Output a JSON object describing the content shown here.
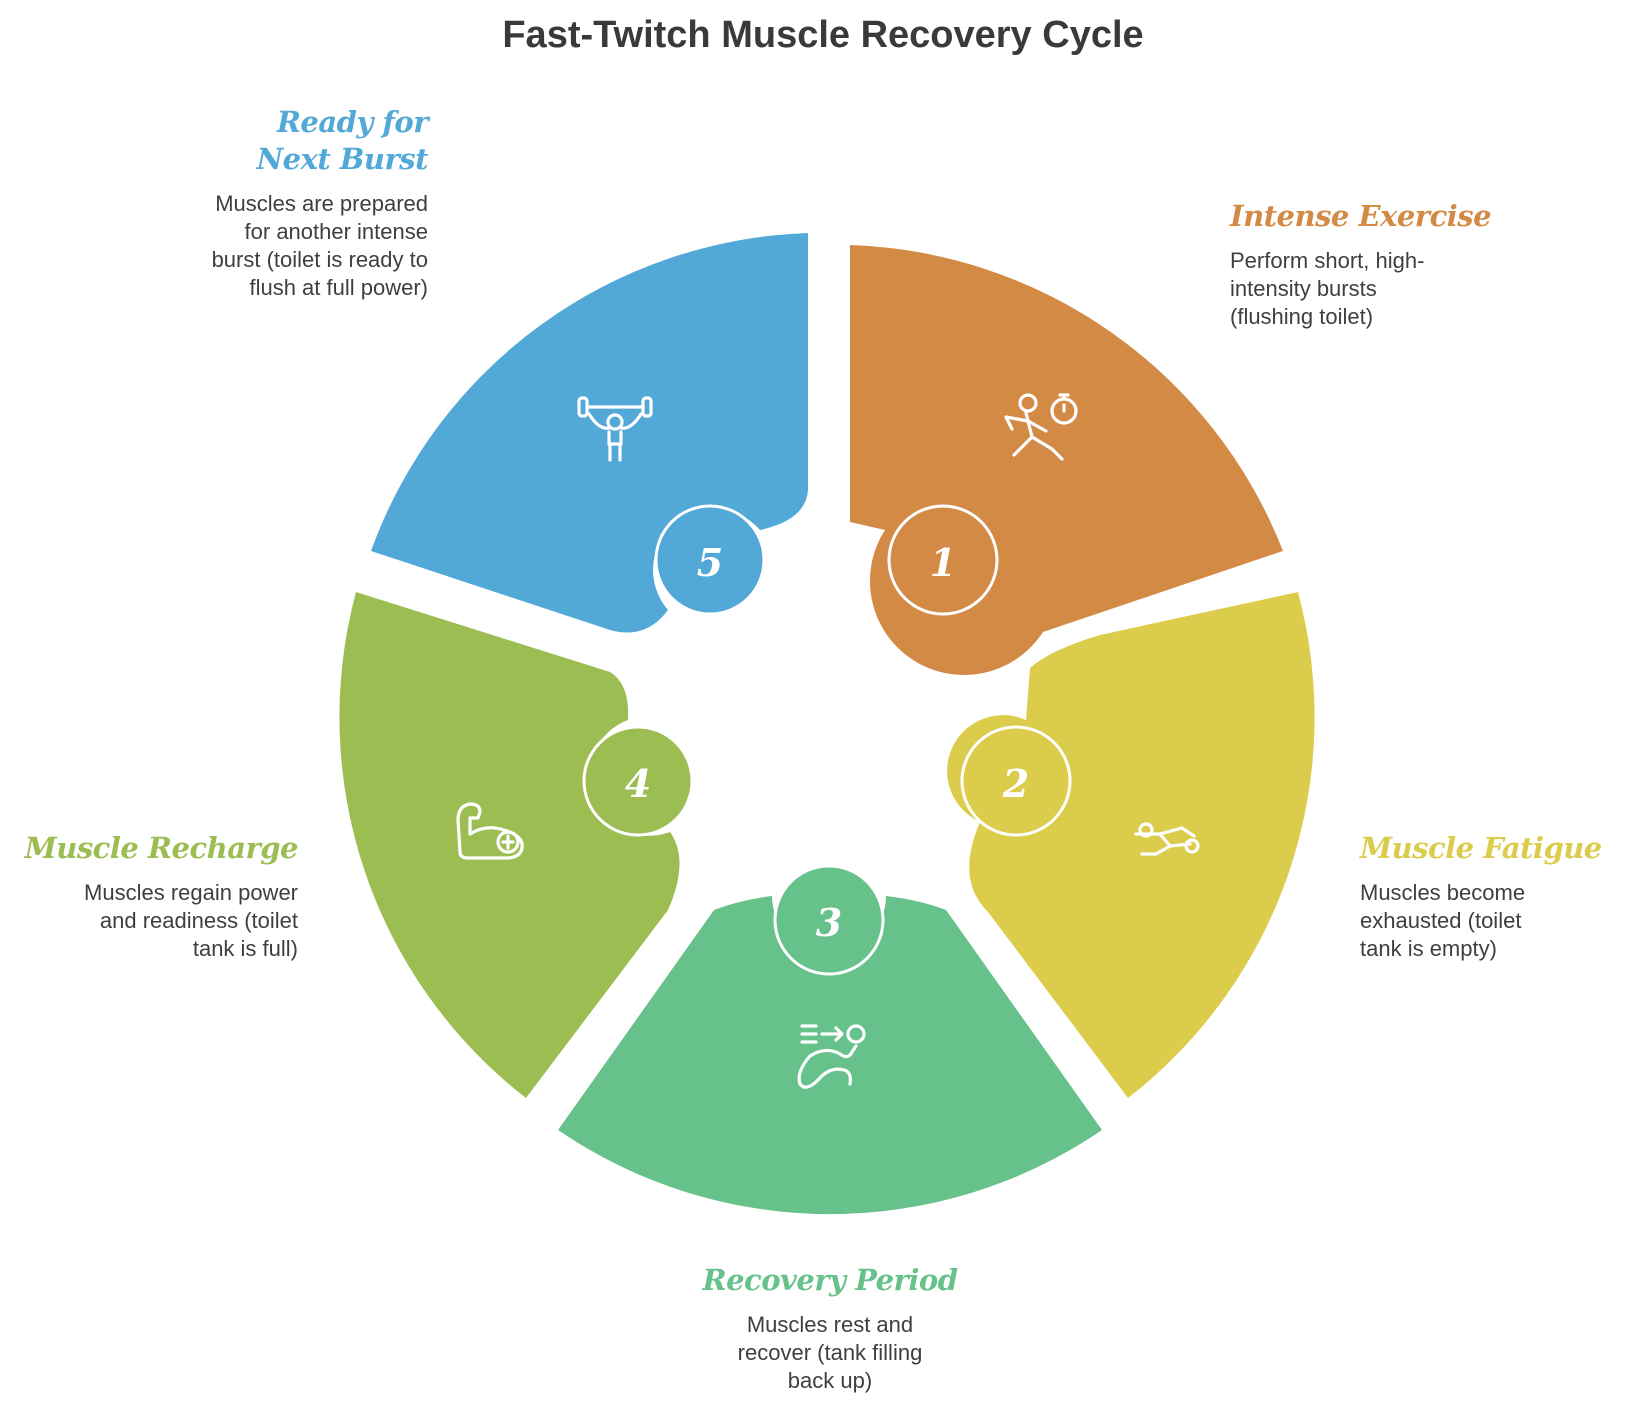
{
  "title": "Fast-Twitch Muscle Recovery Cycle",
  "steps": [
    {
      "number": "1",
      "title": "Intense Exercise",
      "description": "Perform short, high-intensity bursts (flushing toilet)",
      "color": "#D38A45",
      "icon": "sprinter-stopwatch-icon"
    },
    {
      "number": "2",
      "title": "Muscle Fatigue",
      "description": "Muscles become exhausted (toilet tank is empty)",
      "color": "#DBCC4B",
      "icon": "exhausted-person-icon"
    },
    {
      "number": "3",
      "title": "Recovery Period",
      "description": "Muscles rest and recover (tank filling back up)",
      "color": "#67C18B",
      "icon": "resting-person-icon"
    },
    {
      "number": "4",
      "title": "Muscle Recharge",
      "description": "Muscles regain power and readiness (toilet tank is full)",
      "color": "#9CBD52",
      "icon": "flexed-arm-icon"
    },
    {
      "number": "5",
      "title": "Ready for Next Burst",
      "description": "Muscles are prepared for another intense burst (toilet is ready to flush at full power)",
      "color": "#52A8D6",
      "icon": "weightlifter-icon"
    }
  ]
}
